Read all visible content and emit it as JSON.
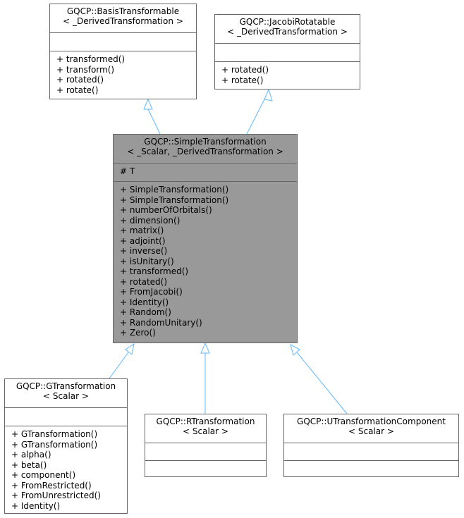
{
  "nodes": {
    "basis": {
      "title_line1": "GQCP::BasisTransformable",
      "title_line2": "< _DerivedTransformation >",
      "attributes": [],
      "methods": [
        "+ transformed()",
        "+ transform()",
        "+ rotated()",
        "+ rotate()"
      ]
    },
    "jacobi": {
      "title_line1": "GQCP::JacobiRotatable",
      "title_line2": "< _DerivedTransformation >",
      "attributes": [],
      "methods": [
        "+ rotated()",
        "+ rotate()"
      ]
    },
    "simple": {
      "title_line1": "GQCP::SimpleTransformation",
      "title_line2": "< _Scalar, _DerivedTransformation >",
      "attributes": [
        "# T"
      ],
      "methods": [
        "+ SimpleTransformation()",
        "+ SimpleTransformation()",
        "+ numberOfOrbitals()",
        "+ dimension()",
        "+ matrix()",
        "+ adjoint()",
        "+ inverse()",
        "+ isUnitary()",
        "+ transformed()",
        "+ rotated()",
        "+ FromJacobi()",
        "+ Identity()",
        "+ Random()",
        "+ RandomUnitary()",
        "+ Zero()"
      ]
    },
    "gtrans": {
      "title_line1": "GQCP::GTransformation",
      "title_line2": "< Scalar >",
      "attributes": [],
      "methods": [
        "+ GTransformation()",
        "+ GTransformation()",
        "+ alpha()",
        "+ beta()",
        "+ component()",
        "+ FromRestricted()",
        "+ FromUnrestricted()",
        "+ Identity()"
      ]
    },
    "rtrans": {
      "title_line1": "GQCP::RTransformation",
      "title_line2": "< Scalar >",
      "attributes": [],
      "methods": []
    },
    "utrans": {
      "title_line1": "GQCP::UTransformationComponent",
      "title_line2": "< Scalar >",
      "attributes": [],
      "methods": []
    }
  },
  "colors": {
    "edge": "#63b8ff",
    "border": "#666666",
    "focus_fill": "#999999"
  }
}
